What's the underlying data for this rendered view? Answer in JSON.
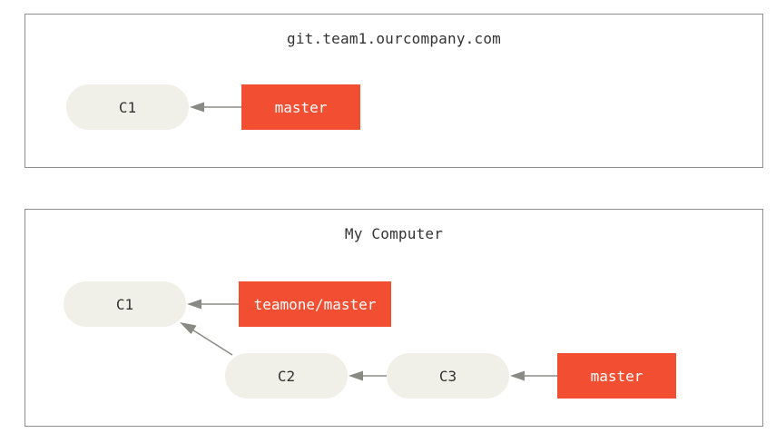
{
  "server": {
    "title": "git.team1.ourcompany.com",
    "commits": [
      {
        "label": "C1"
      }
    ],
    "branches": [
      {
        "label": "master",
        "points_to": "C1"
      }
    ]
  },
  "local": {
    "title": "My Computer",
    "commits": [
      {
        "label": "C1"
      },
      {
        "label": "C2",
        "parent": "C1"
      },
      {
        "label": "C3",
        "parent": "C2"
      }
    ],
    "branches": [
      {
        "label": "teamone/master",
        "points_to": "C1"
      },
      {
        "label": "master",
        "points_to": "C3"
      }
    ]
  },
  "colors": {
    "commit_fill": "#f0efe8",
    "branch_fill": "#f14e32",
    "arrow": "#8a8a85",
    "border": "#8f8e8a"
  }
}
